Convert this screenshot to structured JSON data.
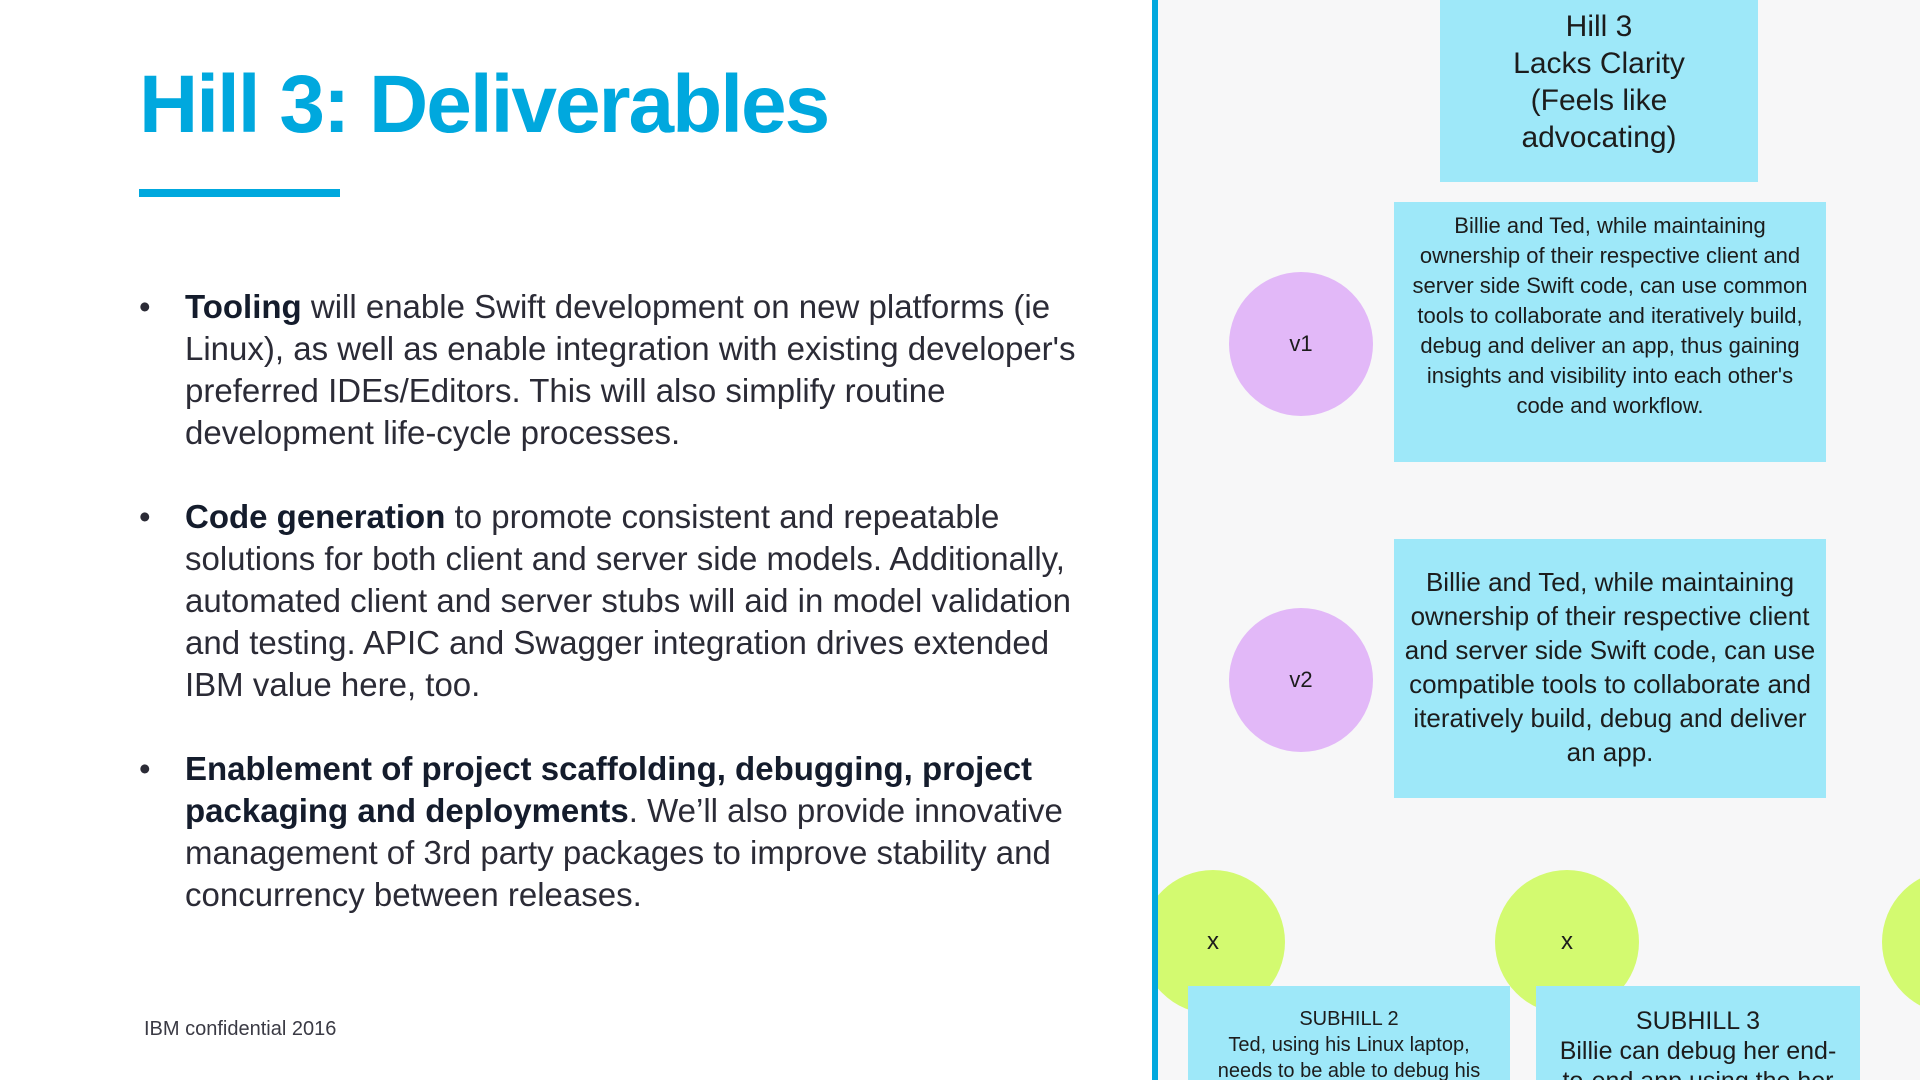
{
  "slide": {
    "title": "Hill 3: Deliverables",
    "bullet_glyph": "•",
    "bullets": [
      {
        "bold": "Tooling",
        "text": " will enable Swift development on new platforms (ie Linux), as well as enable integration with existing developer's preferred IDEs/Editors. This will also simplify routine development life-cycle processes."
      },
      {
        "bold": "Code generation",
        "text": " to promote consistent and repeatable solutions for both client and server side models. Additionally, automated client and server stubs will aid in model validation and testing. APIC and Swagger integration drives extended IBM value here, too."
      },
      {
        "bold": "Enablement of project scaffolding, debugging, project packaging and deployments",
        "text": ". We’ll also provide innovative management of 3rd party packages to improve stability and concurrency between releases."
      }
    ],
    "footer": "IBM confidential 2016"
  },
  "diagram": {
    "hill_box": "Hill 3\nLacks Clarity\n(Feels like\nadvocating)",
    "v1_label": "v1",
    "v1_text": "Billie and Ted, while maintaining ownership of their respective client and server side Swift code, can use common tools to collaborate and iteratively build, debug and deliver an app, thus gaining insights and visibility into each other's code and workflow.",
    "v2_label": "v2",
    "v2_text": "Billie and Ted, while maintaining ownership of their respective client and server side Swift code, can use compatible tools to collaborate and iteratively build, debug and deliver an app.",
    "x1_label": "x",
    "x2_label": "x",
    "subhill2_title": "SUBHILL 2",
    "subhill2_text": "Ted, using his Linux laptop, needs to be able to debug his",
    "subhill3_title": "SUBHILL 3",
    "subhill3_text": "Billie can debug her end-to-end app using the her",
    "colors": {
      "accent": "#00a8de",
      "sticky_blue": "#9ee8f9",
      "circle_purple": "#e2b8f8",
      "circle_green": "#d3fa70"
    }
  }
}
